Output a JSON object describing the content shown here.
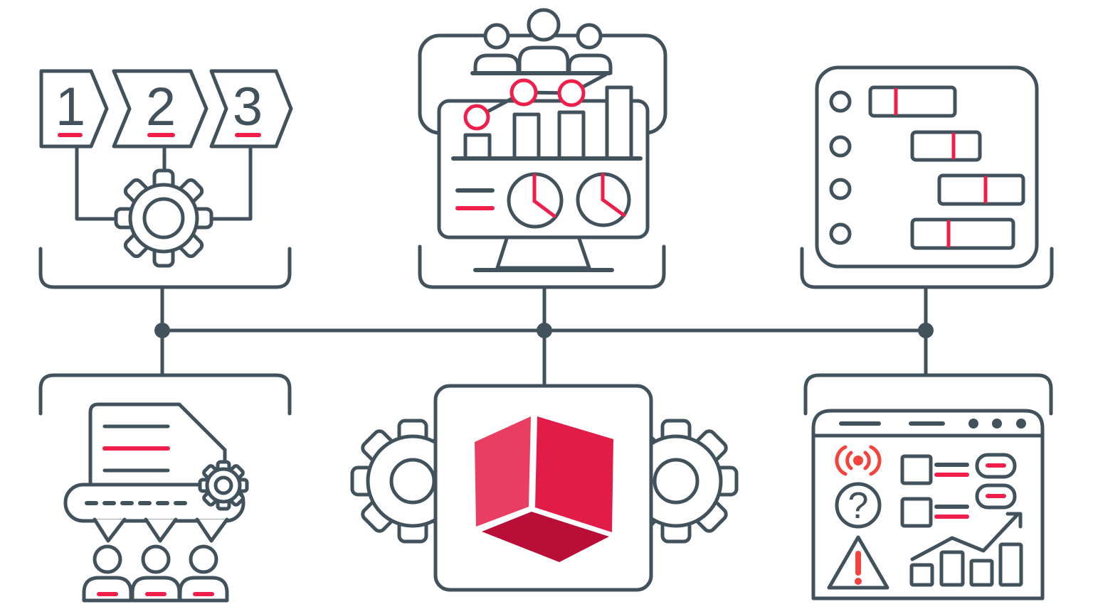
{
  "page": {
    "background": "#ffffff",
    "kind": "workflow-diagram"
  },
  "palette": {
    "ink": "#42525c",
    "accent_red": "#f01e4a",
    "alert_red": "#f4433c",
    "cube_left": "#ea3d62",
    "cube_right": "#e11d47",
    "cube_bottom": "#b80e38"
  },
  "nodes": {
    "process_steps": {
      "icon": "numbered-steps-gear-icon",
      "steps": [
        "1",
        "2",
        "3"
      ]
    },
    "team_dashboard": {
      "icon": "team-dashboard-monitor-icon",
      "people_count": 3,
      "bar_count": 4,
      "pie_count": 2
    },
    "gantt_tracker": {
      "icon": "gantt-checklist-icon",
      "rows": 4
    },
    "document_distribution": {
      "icon": "document-processing-people-icon",
      "people_count": 3
    },
    "module_cube": {
      "icon": "cube-with-gears-icon"
    },
    "analytics_browser": {
      "icon": "browser-analytics-icon",
      "question_mark": "?",
      "toolbar_dots": 3
    }
  }
}
